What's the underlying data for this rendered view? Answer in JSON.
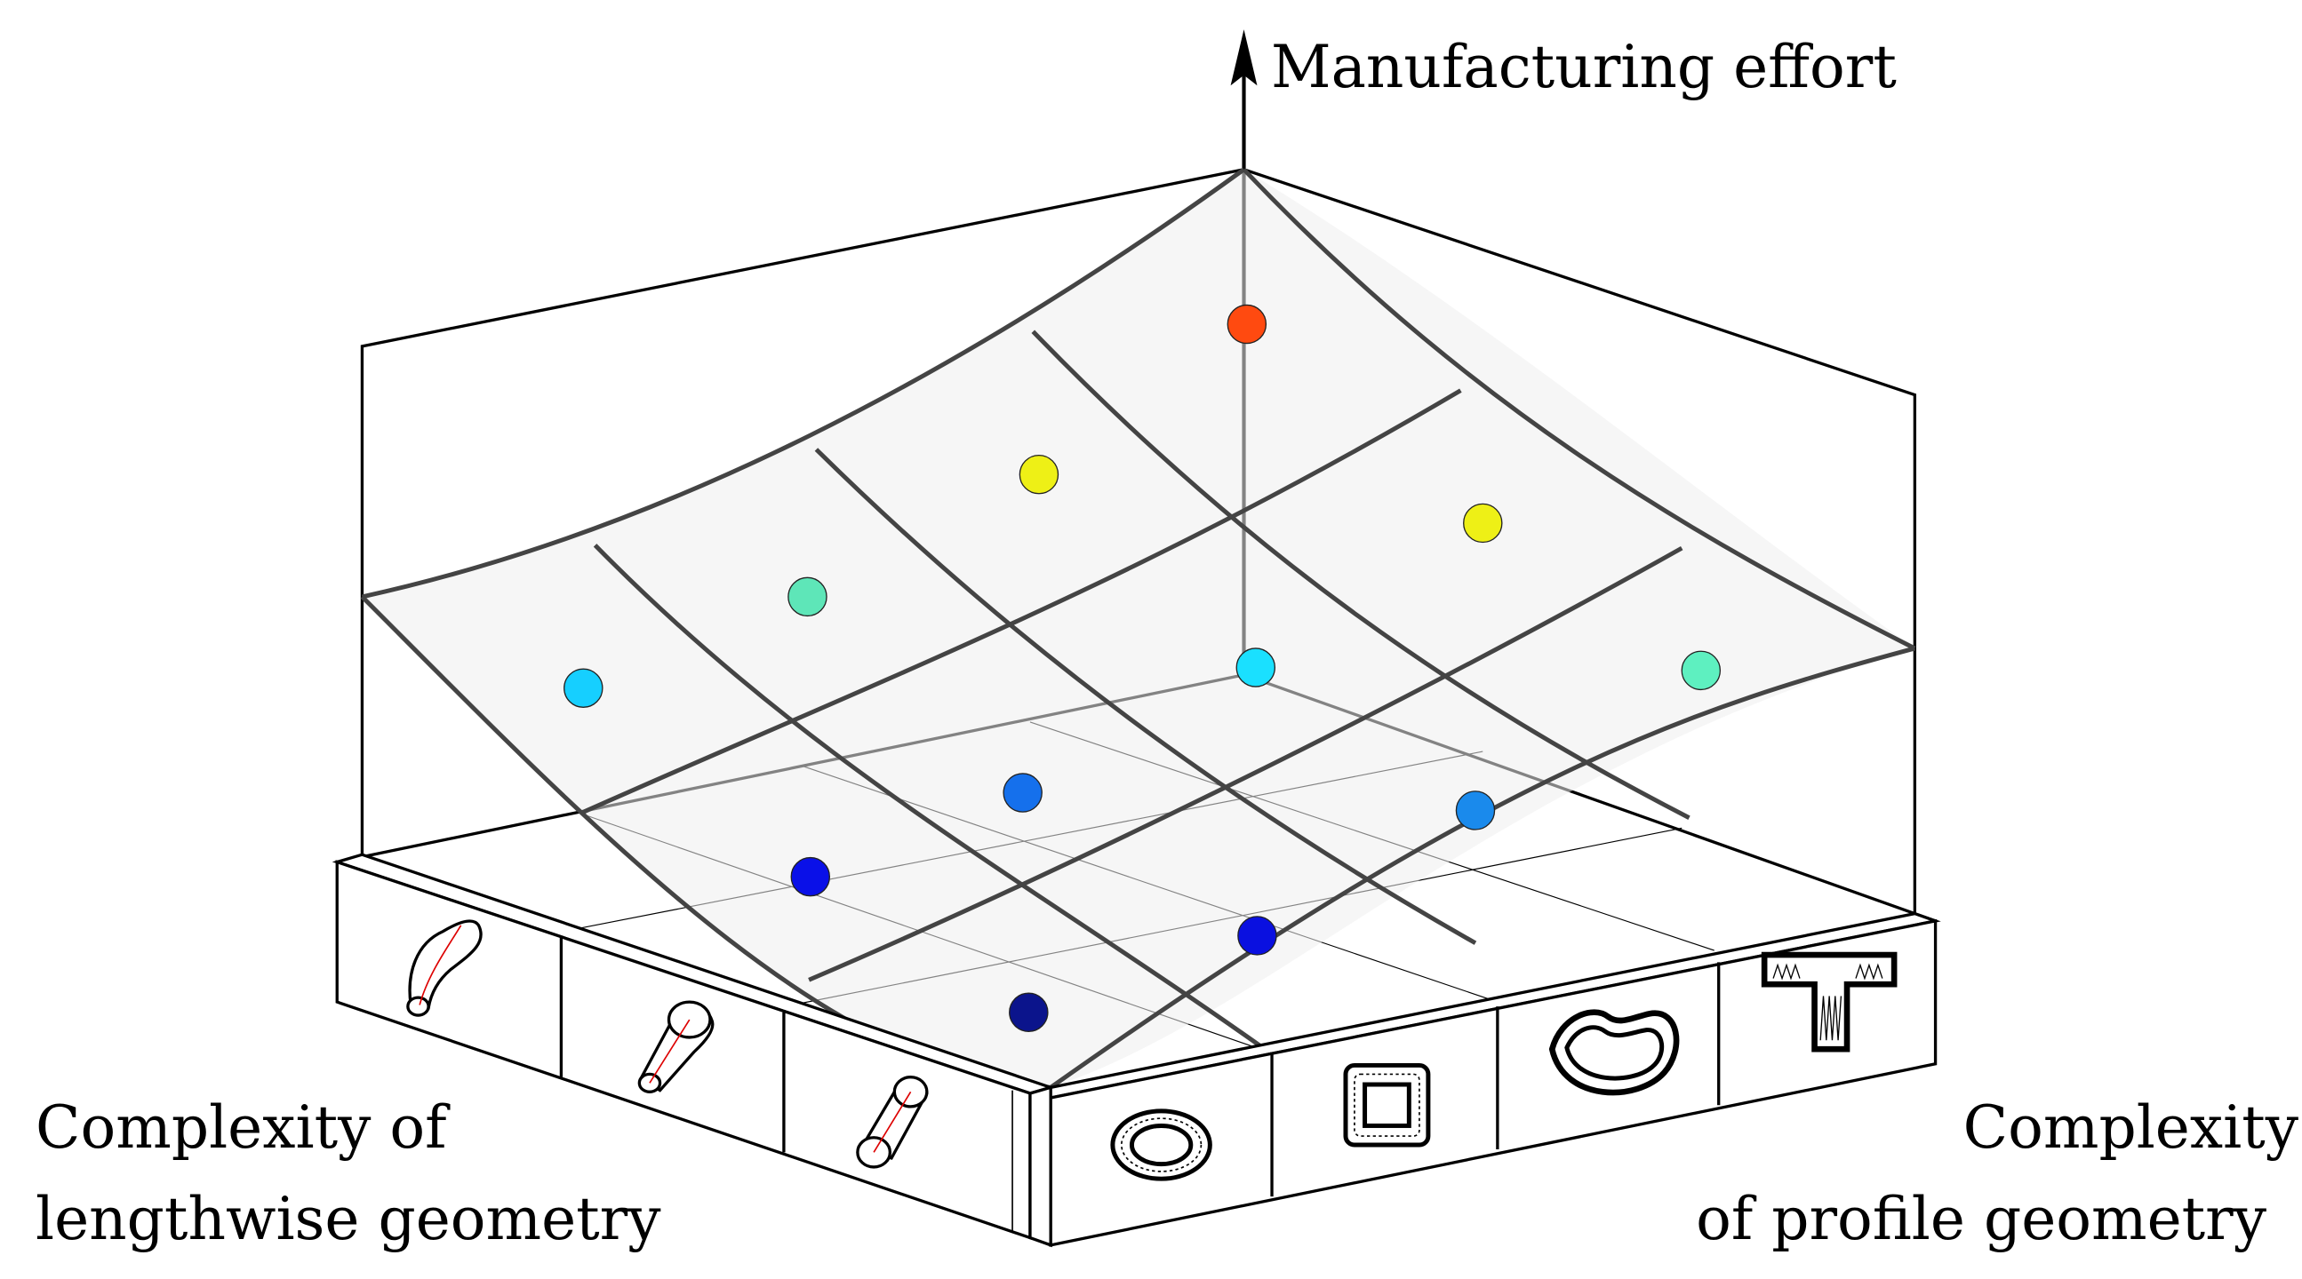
{
  "labels": {
    "vertical_axis": "Manufacturing effort",
    "left_axis_line1": "Complexity of",
    "left_axis_line2": "lengthwise geometry",
    "right_axis_line1": "Complexity",
    "right_axis_line2": "of profile geometry"
  },
  "lengthwise_icons": [
    "curved-pipe-icon",
    "tapered-tube-icon",
    "straight-cylinder-icon"
  ],
  "profile_icons": [
    "ellipse-ring-icon",
    "rounded-square-icon",
    "irregular-ring-icon",
    "t-profile-icon"
  ],
  "surface_points": [
    {
      "name": "point-high-right-back",
      "color": "#ff4a10"
    },
    {
      "name": "point-upper-mid-left",
      "color": "#eef016"
    },
    {
      "name": "point-upper-mid-right",
      "color": "#eef016"
    },
    {
      "name": "point-mid-left",
      "color": "#5ee6b8"
    },
    {
      "name": "point-left-edge",
      "color": "#16cfff"
    },
    {
      "name": "point-center-back",
      "color": "#1ae0ff"
    },
    {
      "name": "point-right-edge",
      "color": "#5ef0c0"
    },
    {
      "name": "point-center",
      "color": "#1570ec"
    },
    {
      "name": "point-right-inner",
      "color": "#1a8aec"
    },
    {
      "name": "point-left-inner",
      "color": "#0a10e8"
    },
    {
      "name": "point-front-inner",
      "color": "#0a10e0"
    },
    {
      "name": "point-bottom-minimum",
      "color": "#0b148c"
    }
  ]
}
